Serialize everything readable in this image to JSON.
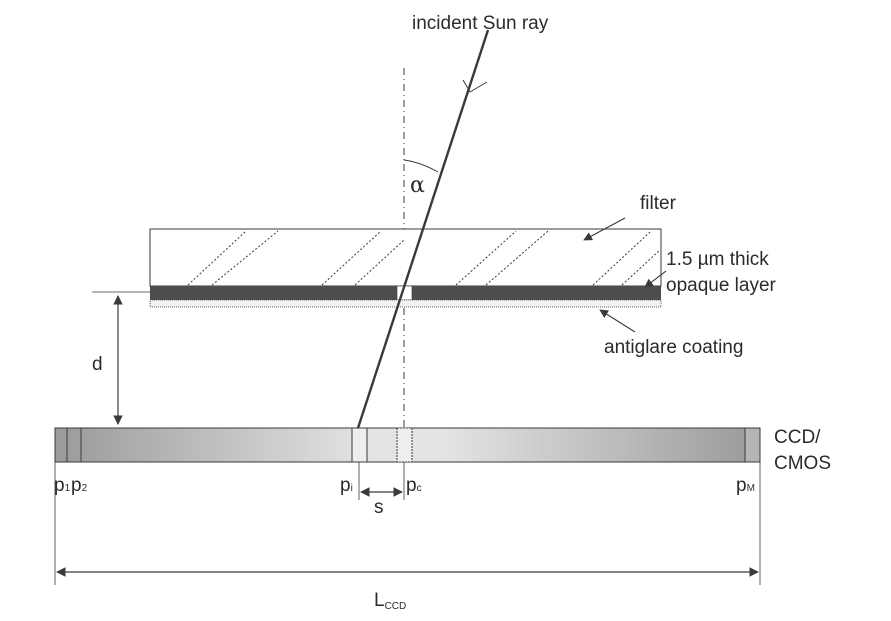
{
  "labels": {
    "incident_ray": "incident Sun ray",
    "angle": "α",
    "filter": "filter",
    "opaque_line1": "1.5 µm thick",
    "opaque_line2": "opaque layer",
    "antiglare": "antiglare coating",
    "distance": "d",
    "sensor_line1": "CCD/",
    "sensor_line2": "CMOS",
    "shift": "s",
    "length_main": "L",
    "length_sub": "CCD"
  },
  "pixels": {
    "p1": {
      "main": "p",
      "sub": "1"
    },
    "p2": {
      "main": "p",
      "sub": "2"
    },
    "pi": {
      "main": "p",
      "sub": "i"
    },
    "pc": {
      "main": "p",
      "sub": "c"
    },
    "pM": {
      "main": "p",
      "sub": "M"
    }
  },
  "colors": {
    "stroke": "#3a3a3a",
    "opaque_layer": "#4d4d4d",
    "sensor_light": "#e4e4e4",
    "sensor_dark": "#9a9a9a"
  }
}
